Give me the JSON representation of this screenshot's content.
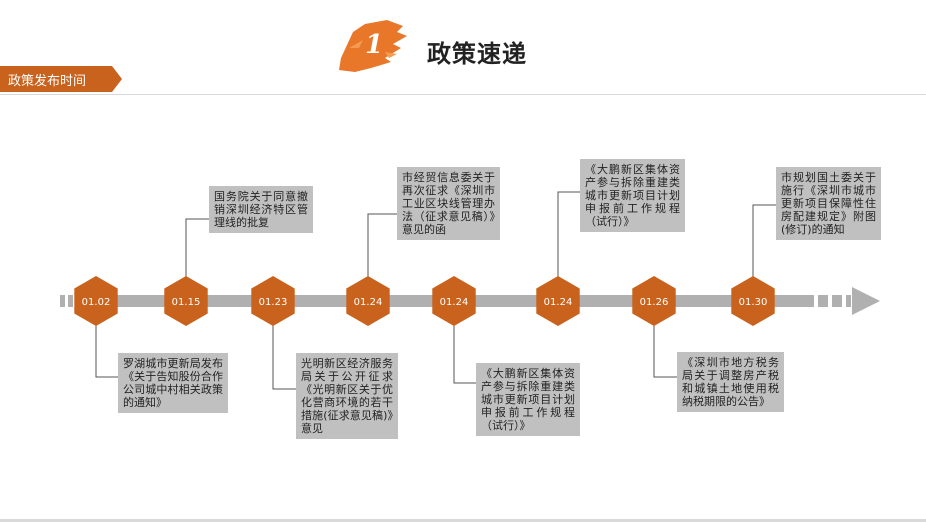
{
  "header": {
    "badge_number": "1",
    "title": "政策速递",
    "section_label": "政策发布时间"
  },
  "colors": {
    "accent": "#c9621c",
    "brush": "#e8772a",
    "line": "#b0b0b0",
    "note_bg": "#c0c0c0"
  },
  "timeline": {
    "nodes": [
      "01.02",
      "01.15",
      "01.23",
      "01.24",
      "01.24",
      "01.24",
      "01.26",
      "01.30"
    ],
    "notes": [
      "罗湖城市更新局发布《关于告知股份合作公司城中村相关政策的通知》",
      "国务院关于同意撤销深圳经济特区管理线的批复",
      "光明新区经济服务局关于公开征求《光明新区关于优化营商环境的若干措施(征求意见稿)》意见",
      "市经贸信息委关于再次征求《深圳市工业区块线管理办法（征求意见稿）》意见的函",
      "《大鹏新区集体资产参与拆除重建类城市更新项目计划申报前工作规程（试行）》",
      "《大鹏新区集体资产参与拆除重建类城市更新项目计划申报前工作规程（试行）》",
      "《深圳市地方税务局关于调整房产税和城镇土地使用税纳税期限的公告》",
      "市规划国土委关于施行《深圳市城市更新项目保障性住房配建规定》附图(修订)的通知"
    ]
  }
}
